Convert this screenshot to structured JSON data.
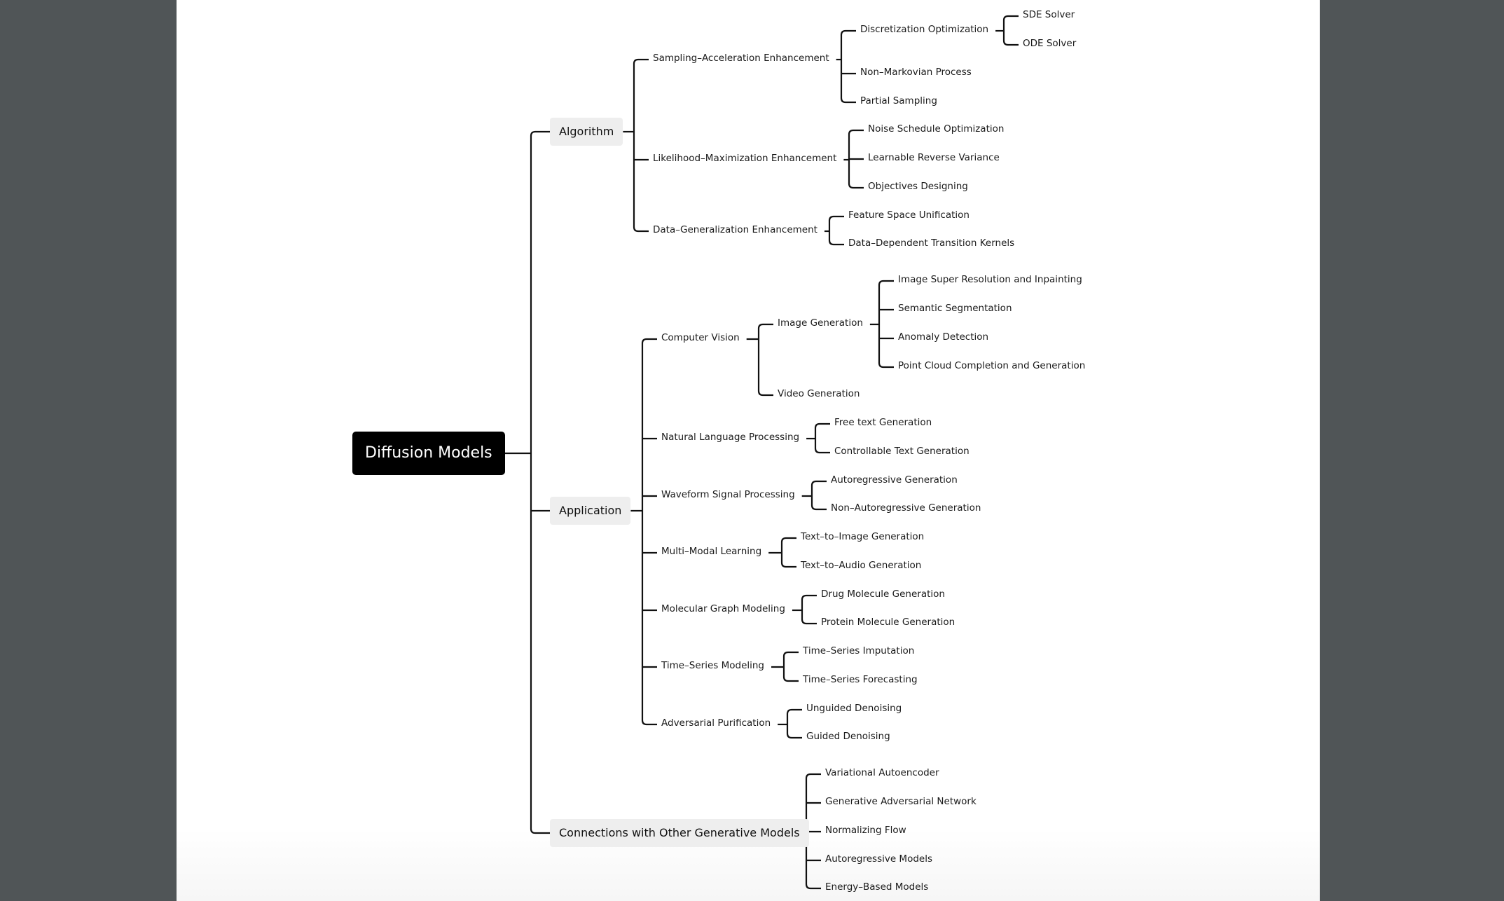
{
  "root": {
    "label": "Diffusion Models"
  },
  "branches": {
    "algorithm": "Algorithm",
    "application": "Application",
    "connections": "Connections with Other Generative Models"
  },
  "algorithm": {
    "sampling": "Sampling–Acceleration Enhancement",
    "discretization": "Discretization Optimization",
    "sde": "SDE Solver",
    "ode": "ODE Solver",
    "nonmarkov": "Non–Markovian Process",
    "partial": "Partial Sampling",
    "likelihood": "Likelihood–Maximization Enhancement",
    "noise": "Noise Schedule Optimization",
    "learnable": "Learnable Reverse Variance",
    "objectives": "Objectives Designing",
    "datagen": "Data–Generalization Enhancement",
    "feature": "Feature Space Unification",
    "datadep": "Data–Dependent Transition Kernels"
  },
  "application": {
    "cv": "Computer Vision",
    "imggen": "Image Generation",
    "superres": "Image Super Resolution and Inpainting",
    "semseg": "Semantic Segmentation",
    "anomaly": "Anomaly Detection",
    "pointcloud": "Point Cloud Completion and Generation",
    "video": "Video Generation",
    "nlp": "Natural Language Processing",
    "freetext": "Free text Generation",
    "controllable": "Controllable Text Generation",
    "waveform": "Waveform Signal Processing",
    "autoreg": "Autoregressive Generation",
    "nonautoreg": "Non–Autoregressive Generation",
    "multimodal": "Multi–Modal Learning",
    "t2i": "Text–to–Image Generation",
    "t2a": "Text–to–Audio Generation",
    "molecular": "Molecular Graph Modeling",
    "drug": "Drug Molecule Generation",
    "protein": "Protein Molecule Generation",
    "timeseries": "Time–Series Modeling",
    "imputation": "Time–Series Imputation",
    "forecasting": "Time–Series Forecasting",
    "adversarial": "Adversarial Purification",
    "unguided": "Unguided Denoising",
    "guided": "Guided Denoising"
  },
  "connections": {
    "vae": "Variational Autoencoder",
    "gan": "Generative Adversarial Network",
    "flow": "Normalizing Flow",
    "armodels": "Autoregressive Models",
    "ebm": "Energy–Based Models"
  },
  "colors": {
    "background": "#505557",
    "page": "#ffffff",
    "root_fill": "#000000",
    "branch_fill": "#eeeeee",
    "line": "#111111"
  }
}
